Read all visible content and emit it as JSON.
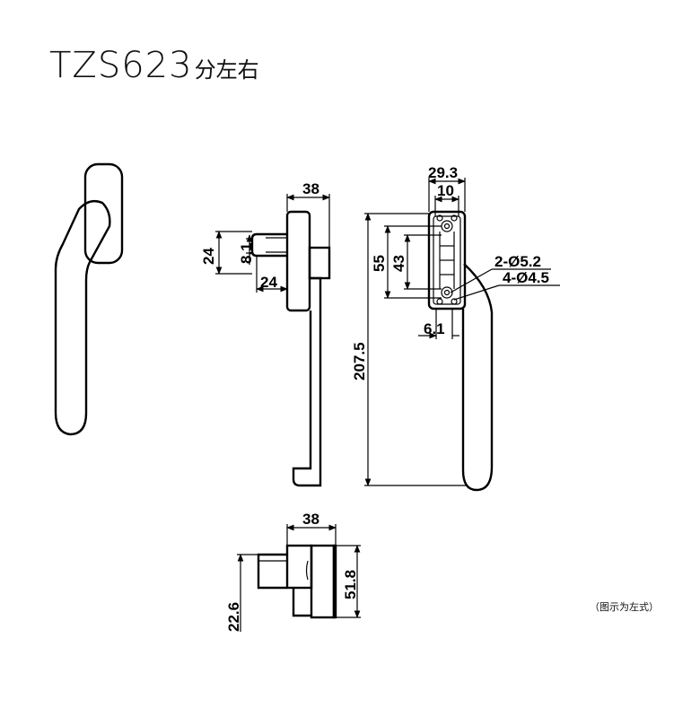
{
  "title": {
    "model": "TZS623",
    "suffix": "分左右"
  },
  "note": "（图示为左式）",
  "dimensions": {
    "side_width_top": "38",
    "side_height_left": "24",
    "side_spindle": "8.1",
    "side_offset": "24",
    "front_width": "29.3",
    "front_inner": "10",
    "front_height_outer": "55",
    "front_height_inner": "43",
    "holes_large": "2-Ø5.2",
    "holes_small": "4-Ø4.5",
    "front_spindle": "6.1",
    "total_length": "207.5",
    "bottom_width": "38",
    "bottom_height": "51.8",
    "bottom_offset": "22.6"
  }
}
